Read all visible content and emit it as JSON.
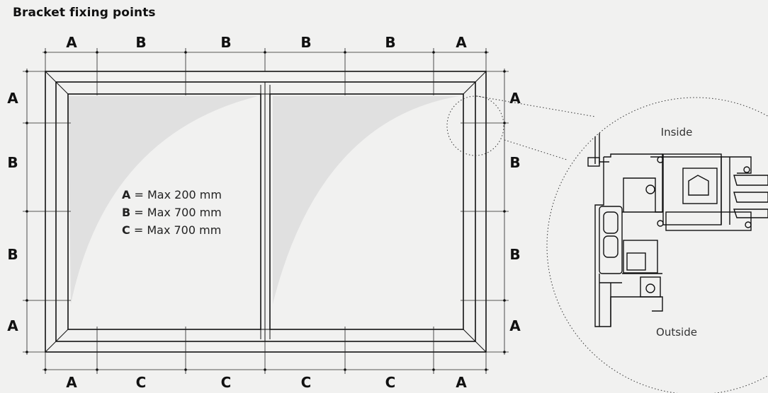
{
  "title": "Bracket fixing points",
  "top_labels": [
    "A",
    "B",
    "B",
    "B",
    "B",
    "A"
  ],
  "bottom_labels": [
    "A",
    "C",
    "C",
    "C",
    "C",
    "A"
  ],
  "left_labels": [
    "A",
    "B",
    "B",
    "A"
  ],
  "right_labels": [
    "A",
    "B",
    "B",
    "A"
  ],
  "legend": [
    {
      "key": "A",
      "text": "= Max 200 mm"
    },
    {
      "key": "B",
      "text": "= Max 700 mm"
    },
    {
      "key": "C",
      "text": "= Max 700 mm"
    }
  ],
  "detail": {
    "inside_label": "Inside",
    "outside_label": "Outside"
  },
  "colors": {
    "line": "#111111",
    "glass": "#e0e0e0",
    "background": "#f1f1f0"
  }
}
